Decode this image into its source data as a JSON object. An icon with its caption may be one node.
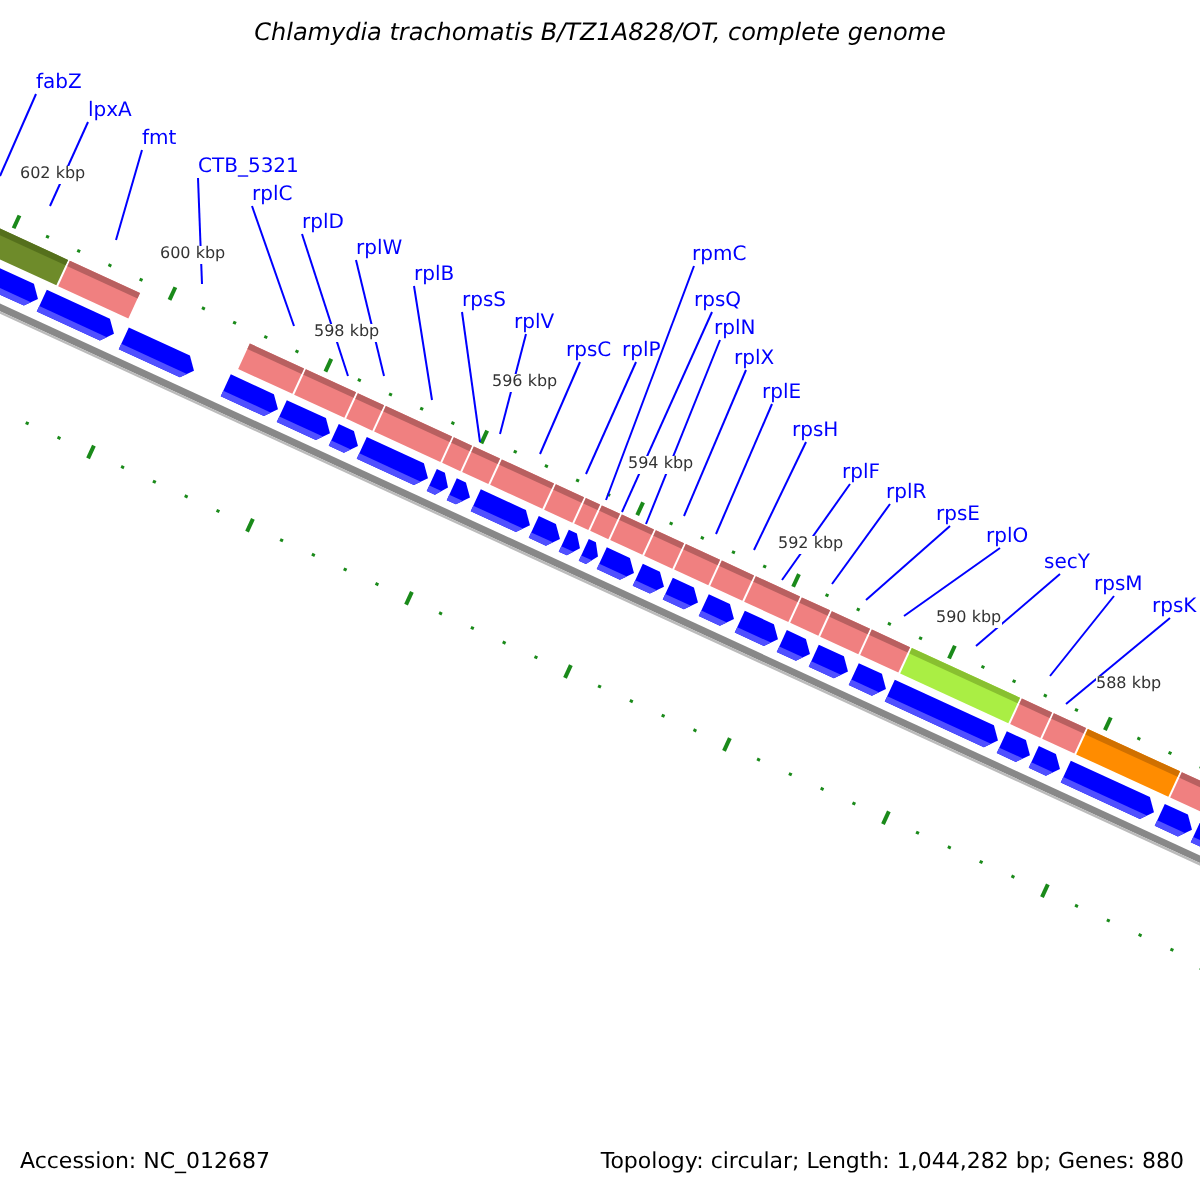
{
  "diagram": {
    "title": "Chlamydia trachomatis B/TZ1A828/OT, complete genome",
    "nodes": [
      {
        "text": [
          "fabZ"
        ]
      },
      {
        "text": [
          "lpxA"
        ]
      },
      {
        "text": [
          "fmt"
        ]
      },
      {
        "text": [
          "CTB_5321"
        ]
      },
      {
        "text": [
          "rplC"
        ]
      },
      {
        "text": [
          "rplD"
        ]
      },
      {
        "text": [
          "rplW"
        ]
      },
      {
        "text": [
          "rplB"
        ]
      },
      {
        "text": [
          "rpsS"
        ]
      },
      {
        "text": [
          "rplV"
        ]
      },
      {
        "text": [
          "rpsC"
        ]
      },
      {
        "text": [
          "rplP"
        ]
      },
      {
        "text": [
          "rpmC"
        ]
      },
      {
        "text": [
          "rpsQ"
        ]
      },
      {
        "text": [
          "rplN"
        ]
      },
      {
        "text": [
          "rplX"
        ]
      },
      {
        "text": [
          "rplE"
        ]
      },
      {
        "text": [
          "rpsH"
        ]
      },
      {
        "text": [
          "rplF"
        ]
      },
      {
        "text": [
          "rplR"
        ]
      },
      {
        "text": [
          "rpsE"
        ]
      },
      {
        "text": [
          "rplO"
        ]
      },
      {
        "text": [
          "secY"
        ]
      },
      {
        "text": [
          "rpsM"
        ]
      },
      {
        "text": [
          "rpsK"
        ]
      }
    ],
    "edges": [
      {
        "from": 0,
        "to": null,
        "arrow": "none"
      },
      {
        "from": 1,
        "to": null,
        "arrow": "none"
      },
      {
        "from": 2,
        "to": null,
        "arrow": "none"
      },
      {
        "from": 3,
        "to": null,
        "arrow": "none"
      },
      {
        "from": 4,
        "to": null,
        "arrow": "none"
      },
      {
        "from": 5,
        "to": null,
        "arrow": "none"
      },
      {
        "from": 6,
        "to": null,
        "arrow": "none"
      },
      {
        "from": 7,
        "to": null,
        "arrow": "none"
      },
      {
        "from": 8,
        "to": null,
        "arrow": "none"
      },
      {
        "from": 9,
        "to": null,
        "arrow": "none"
      },
      {
        "from": 10,
        "to": null,
        "arrow": "none"
      },
      {
        "from": 11,
        "to": null,
        "arrow": "none"
      },
      {
        "from": 12,
        "to": null,
        "arrow": "none"
      },
      {
        "from": 13,
        "to": null,
        "arrow": "none"
      },
      {
        "from": 14,
        "to": null,
        "arrow": "none"
      },
      {
        "from": 15,
        "to": null,
        "arrow": "none"
      },
      {
        "from": 16,
        "to": null,
        "arrow": "none"
      },
      {
        "from": 17,
        "to": null,
        "arrow": "none"
      },
      {
        "from": 18,
        "to": null,
        "arrow": "none"
      },
      {
        "from": 19,
        "to": null,
        "arrow": "none"
      },
      {
        "from": 20,
        "to": null,
        "arrow": "none"
      },
      {
        "from": 21,
        "to": null,
        "arrow": "none"
      },
      {
        "from": 22,
        "to": null,
        "arrow": "none"
      },
      {
        "from": 23,
        "to": null,
        "arrow": "none"
      },
      {
        "from": 24,
        "to": null,
        "arrow": "none"
      }
    ],
    "labels": [
      "602 kbp",
      "600 kbp",
      "598 kbp",
      "596 kbp",
      "594 kbp",
      "592 kbp",
      "590 kbp",
      "588 kbp",
      "Accession: NC_012687",
      "Topology: circular; Length: 1,044,282 bp; Genes: 880"
    ]
  }
}
